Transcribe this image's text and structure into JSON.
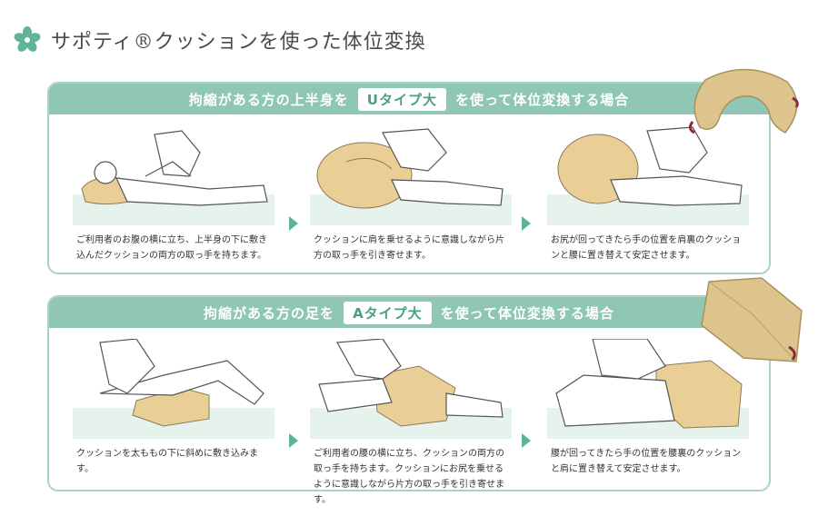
{
  "page": {
    "title": "サポティ®クッションを使った体位変換",
    "logo_icon": "flower-icon",
    "accent_color": "#8fc6b5",
    "cushion_color": "#e9cf95"
  },
  "sections": [
    {
      "header_pre": "拘縮がある方の上半身を",
      "type_label": "Uタイプ大",
      "header_post": "を使って体位変換する場合",
      "steps": [
        {
          "caption": "ご利用者のお腹の横に立ち、上半身の下に敷き込んだクッションの両方の取っ手を持ちます。"
        },
        {
          "caption": "クッションに肩を乗せるように意識しながら片方の取っ手を引き寄せます。"
        },
        {
          "caption": "お尻が回ってきたら手の位置を肩裏のクッションと腰に置き替えて安定させます。"
        }
      ]
    },
    {
      "header_pre": "拘縮がある方の足を",
      "type_label": "Aタイプ大",
      "header_post": "を使って体位変換する場合",
      "steps": [
        {
          "caption": "クッションを太ももの下に斜めに敷き込みます。"
        },
        {
          "caption": "ご利用者の腰の横に立ち、クッションの両方の取っ手を持ちます。クッションにお尻を乗せるように意識しながら片方の取っ手を引き寄せます。"
        },
        {
          "caption": "腰が回ってきたら手の位置を腰裏のクッションと肩に置き替えて安定させます。"
        }
      ]
    }
  ]
}
